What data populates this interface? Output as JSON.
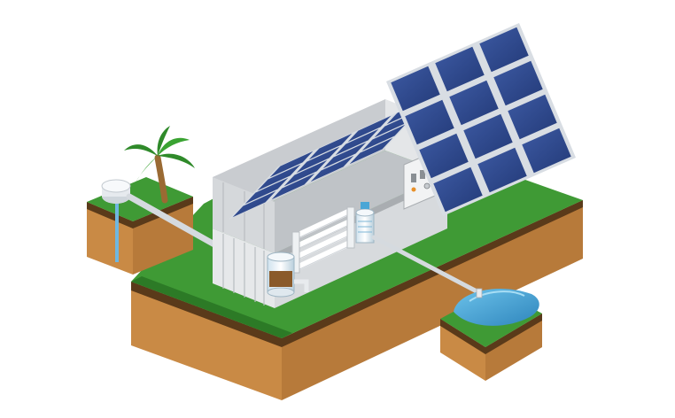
{
  "diagram": {
    "components": [
      {
        "id": "well",
        "icon": "well-icon"
      },
      {
        "id": "intake-pipe",
        "icon": "pipe-icon"
      },
      {
        "id": "palm-tree",
        "icon": "palm-tree-icon"
      },
      {
        "id": "container",
        "icon": "shipping-container-icon"
      },
      {
        "id": "solar-array",
        "icon": "solar-panel-icon"
      },
      {
        "id": "sand-filter",
        "icon": "filter-tank-icon"
      },
      {
        "id": "membrane-rack",
        "icon": "membrane-tubes-icon"
      },
      {
        "id": "pressure-vessel",
        "icon": "pressure-vessel-icon"
      },
      {
        "id": "control-panel",
        "icon": "electrical-panel-icon"
      },
      {
        "id": "outlet-pipe",
        "icon": "pipe-icon"
      },
      {
        "id": "water-bladder",
        "icon": "water-bladder-icon"
      }
    ],
    "colors": {
      "grass": "#3f9a35",
      "grass_dark": "#2c7a26",
      "soil": "#c98a45",
      "soil_dark": "#a8682e",
      "topsoil": "#5a3a1a",
      "solar_cell": "#2f4a8c",
      "solar_frame": "#d8dde3",
      "container": "#dfe1e3",
      "container_shade": "#c7cacd",
      "water": "#4aa6d6"
    }
  }
}
